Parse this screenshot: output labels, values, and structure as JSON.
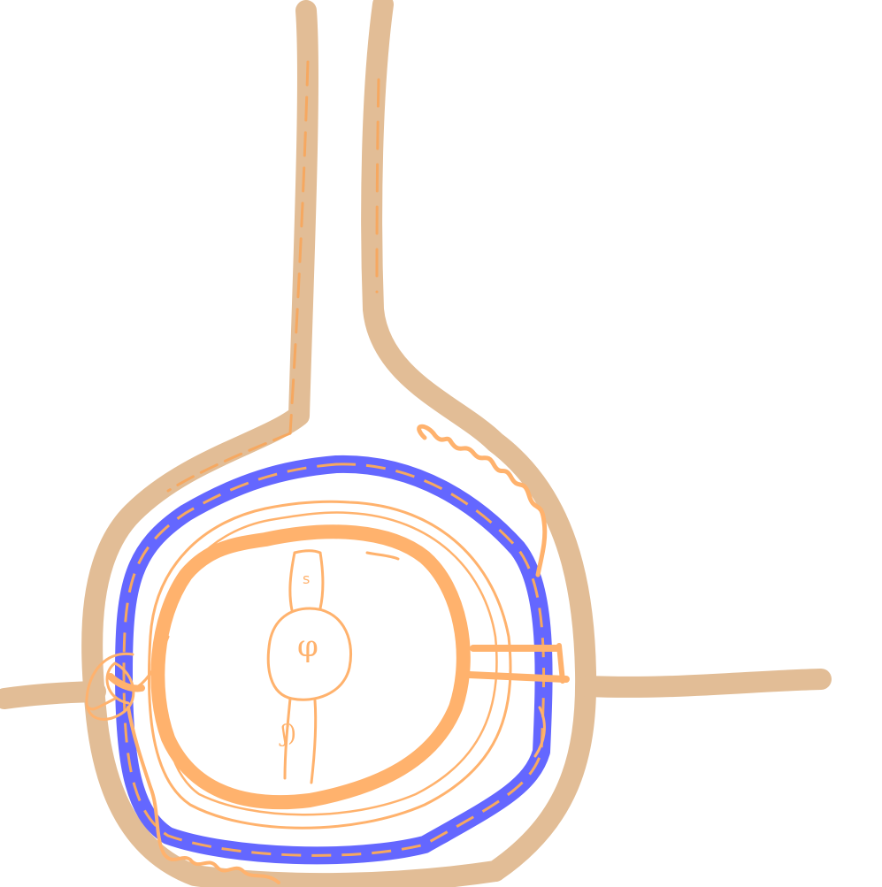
{
  "drawing": {
    "background_color": "#ffffff",
    "colors": {
      "tan": "#e2bd96",
      "blue": "#6467ff",
      "orange": "#ffb26d",
      "orange_dash": "#f6a860"
    },
    "handwritten_labels": [
      "φ",
      "s",
      "ʃ)"
    ]
  }
}
